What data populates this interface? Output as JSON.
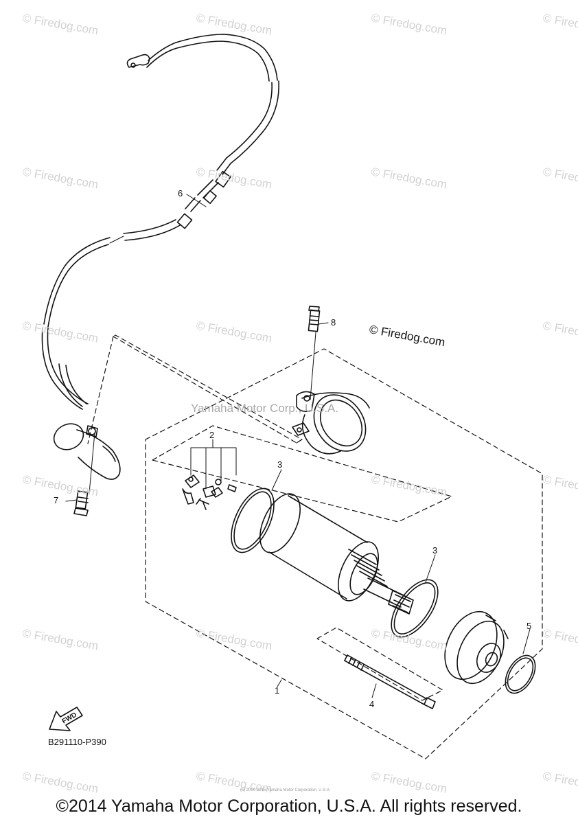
{
  "watermark_text": "© Firedog.com",
  "center_watermark": "Yamaha Motor Corp., U.S.A.",
  "firedog_label": "© Firedog.com",
  "callouts": [
    "1",
    "2",
    "3",
    "3",
    "4",
    "5",
    "6",
    "7",
    "8"
  ],
  "diagram_code": "B291110-P390",
  "fwd_label": "FWD",
  "copyright": "©2014 Yamaha Motor Corporation, U.S.A. All rights reserved.",
  "tiny_notice": "(c) 2000-2015 Yamaha Motor Corporation, U.S.A.",
  "colors": {
    "ink": "#111111",
    "watermark": "#d2d2d2",
    "background": "#ffffff"
  }
}
